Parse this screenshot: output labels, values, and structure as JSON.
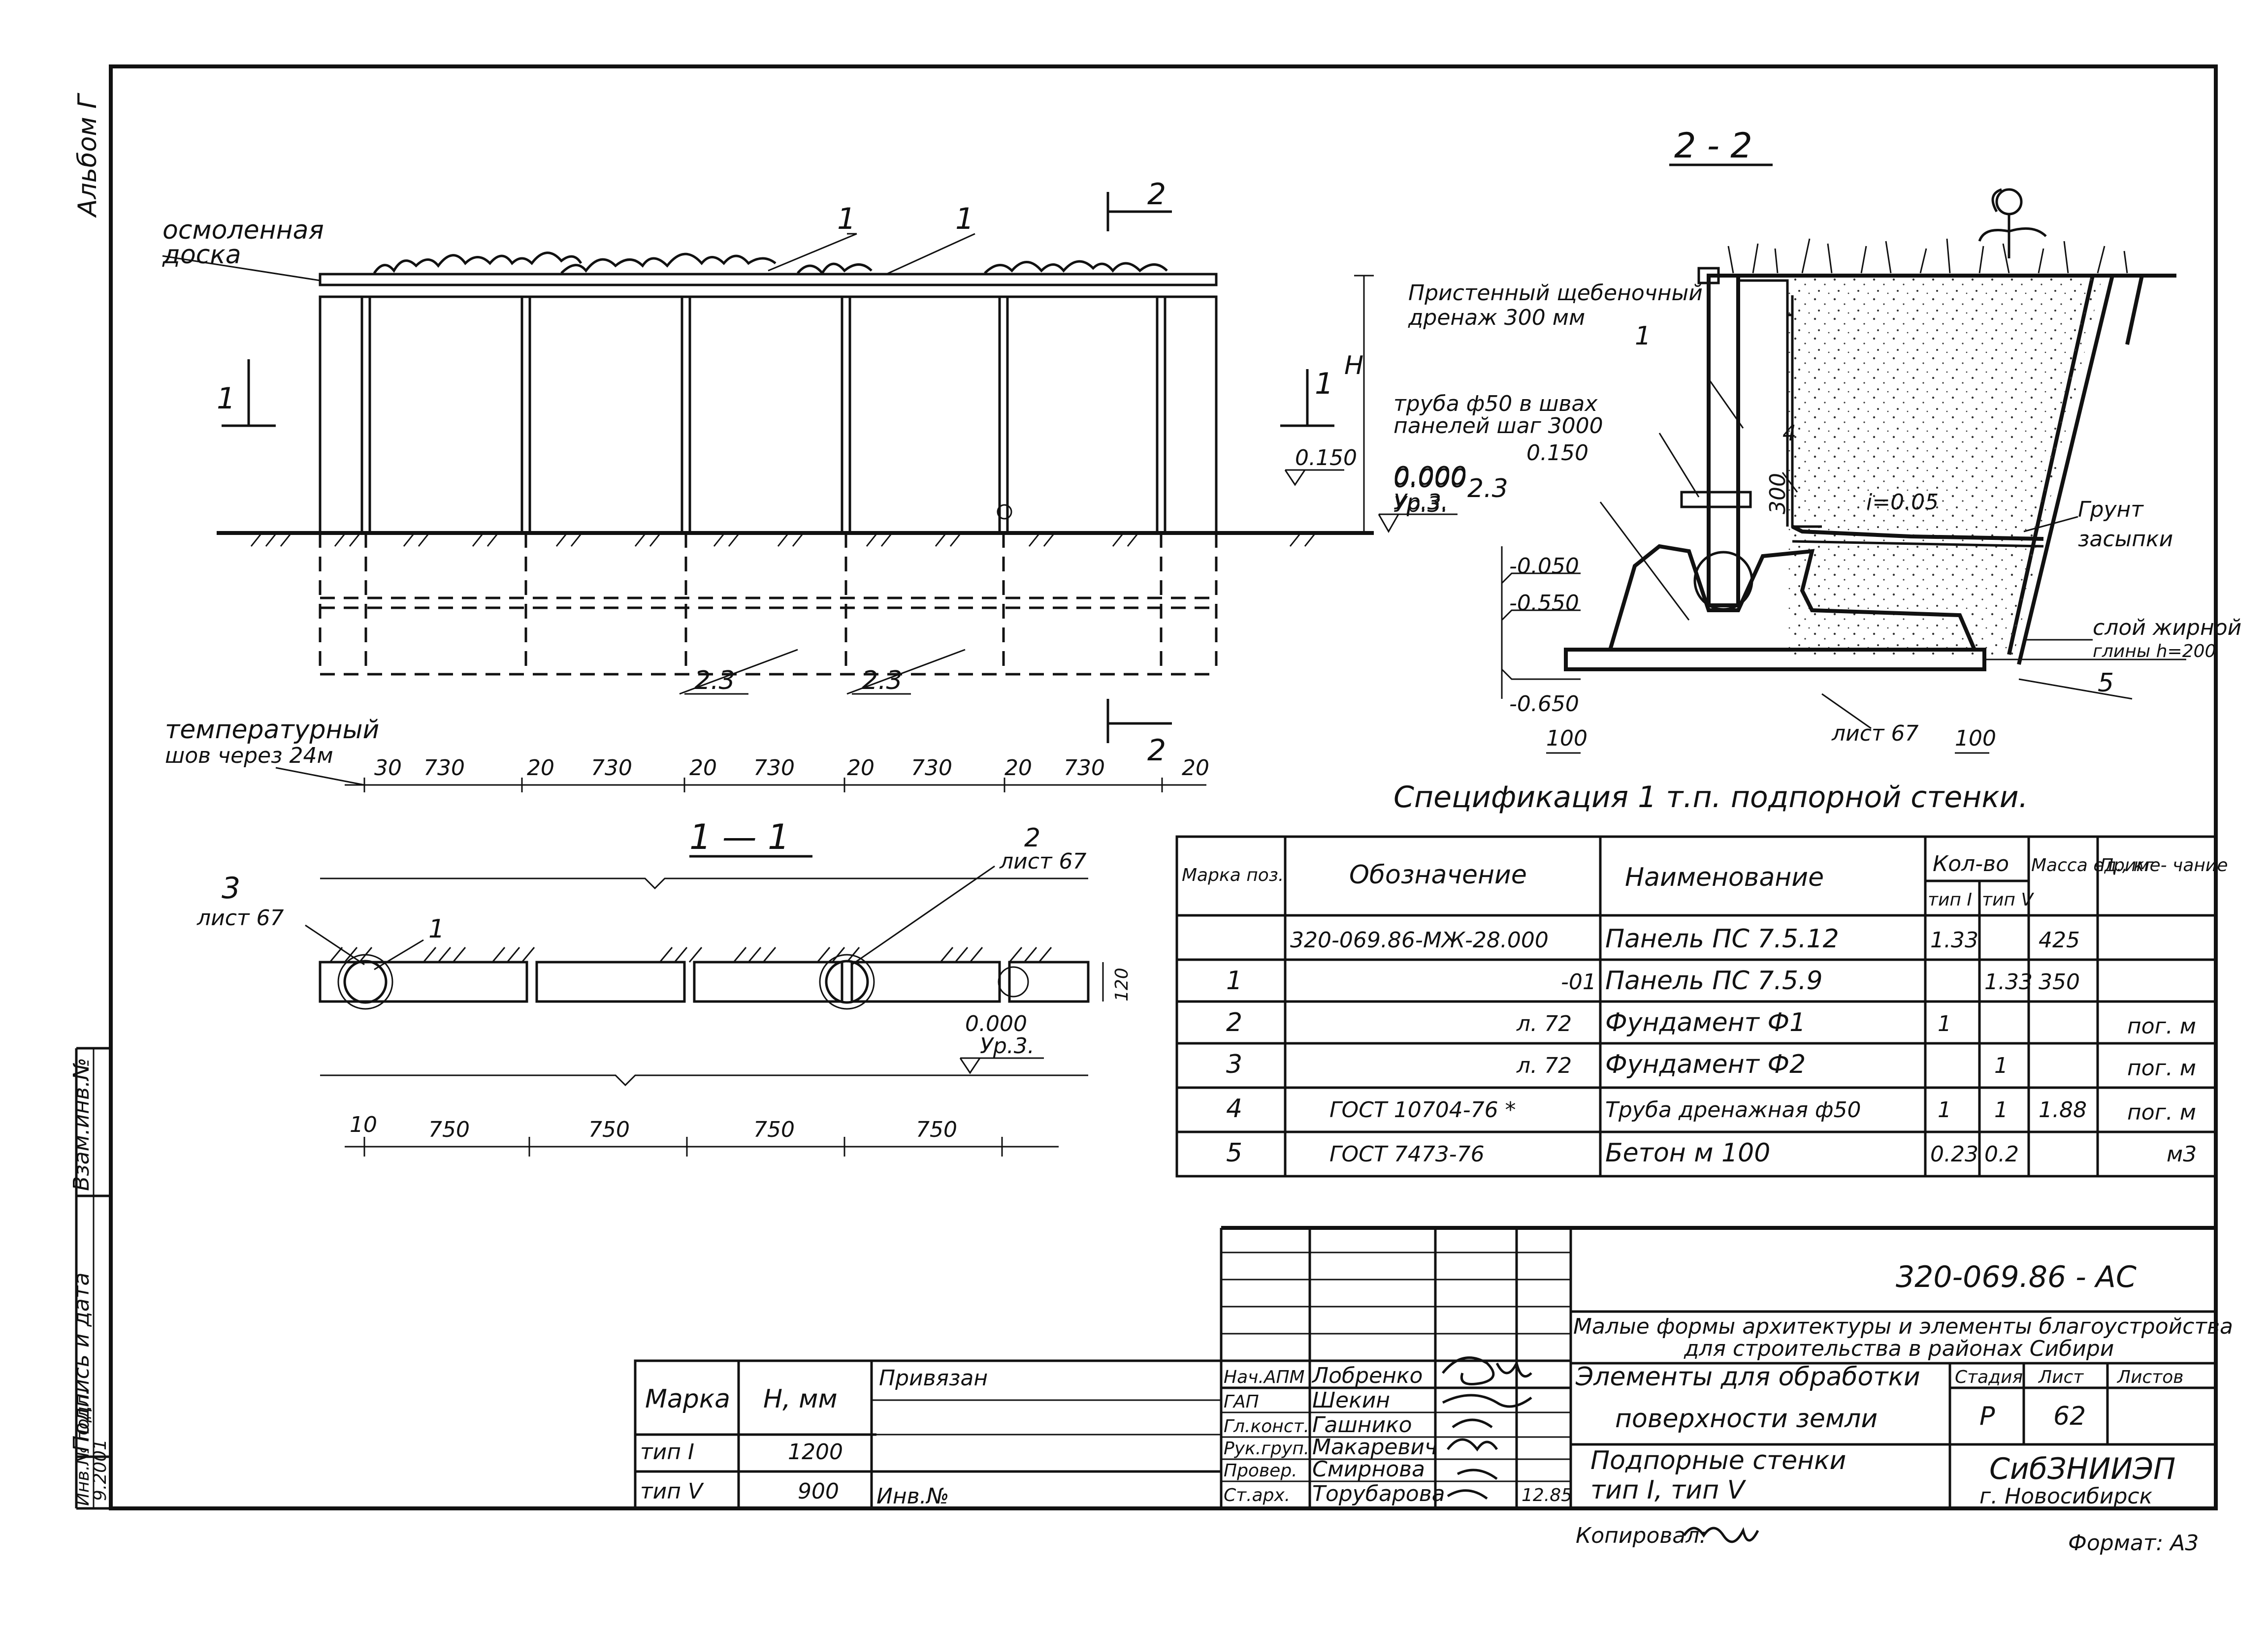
{
  "side_stamp": {
    "album": "Альбом Г",
    "inv_orig": "Инв.№ подл.",
    "sign_date": "Подпись и дата",
    "replace_inv": "Взам.инв.№",
    "inv_number": "9.2001"
  },
  "elevation": {
    "oiled_board": [
      "осмоленная",
      "доска"
    ],
    "item_1a": "1",
    "item_1b": "1",
    "cut_1_left": "1",
    "cut_1_right": "1",
    "cut_2_top": "2",
    "cut_2_bottom": "2",
    "level_0150": "0.150",
    "level_0000": "0.000",
    "level_ur3": "Ур.3.",
    "h_label": "Н",
    "found_a": "2.3",
    "found_b": "2.3",
    "temp_joint": [
      "температурный",
      "шов через 24м"
    ],
    "dims": [
      "30",
      "730",
      "20",
      "730",
      "20",
      "730",
      "20",
      "730",
      "20",
      "730",
      "20"
    ]
  },
  "section22": {
    "title": "2 - 2",
    "drain_note": [
      "Пристенный щебеночный",
      "дренаж 300 мм"
    ],
    "item_1": "1",
    "pipe_note": [
      "труба ф50 в швах",
      "панелей шаг 3000"
    ],
    "level_0150": "0.150",
    "level_0000": "0.000",
    "level_ur3": "Ур.3.",
    "item_23": "2.3",
    "item_4": "4",
    "dim_300": "300",
    "slope": "i=0.05",
    "lvl_0050": "-0.050",
    "lvl_0550": "-0.550",
    "lvl_0650": "-0.650",
    "soil": [
      "Грунт",
      "засыпки"
    ],
    "clay": [
      "слой жирной",
      "глины h=200"
    ],
    "item_5": "5",
    "sheet67": "лист 67",
    "dim_100a": "100",
    "dim_100b": "100"
  },
  "section11": {
    "title": "1 — 1",
    "item_3": "3",
    "item_3_sheet": "лист 67",
    "item_1": "1",
    "item_2": "2",
    "item_2_sheet": "лист 67",
    "thick": "120",
    "level_0000": "0.000",
    "level_ur3": "Ур.3.",
    "dims": [
      "10",
      "750",
      "750",
      "750",
      "750"
    ]
  },
  "spec": {
    "title": "Спецификация 1 т.п. подпорной стенки.",
    "headers": {
      "mark": "Марка поз.",
      "designation": "Обозначение",
      "name": "Наименование",
      "qty": "Кол-во",
      "qty_t1": "тип I",
      "qty_t5": "тип V",
      "mass": "Масса ед., кг",
      "note": "Приме- чание"
    },
    "rows": [
      [
        "",
        "320-069.86-МЖ-28.000",
        "Панель ПС 7.5.12",
        "1.33",
        "",
        "425",
        ""
      ],
      [
        "1",
        "-01",
        "Панель ПС 7.5.9",
        "",
        "1.33",
        "350",
        ""
      ],
      [
        "2",
        "л. 72",
        "Фундамент Ф1",
        "1",
        "",
        "",
        "пог. м"
      ],
      [
        "3",
        "л. 72",
        "Фундамент Ф2",
        "",
        "1",
        "",
        "пог. м"
      ],
      [
        "4",
        "ГОСТ 10704-76 *",
        "Труба дренажная ф50",
        "1",
        "1",
        "1.88",
        "пог. м"
      ],
      [
        "5",
        "ГОСТ 7473-76",
        "Бетон м 100",
        "0.23",
        "0.2",
        "",
        "м3"
      ]
    ]
  },
  "types": {
    "h_mark": "Марка",
    "h_h": "Н, мм",
    "h_bind": "Привязан",
    "rows": [
      [
        "тип I",
        "1200"
      ],
      [
        "тип V",
        "900"
      ]
    ],
    "inv": "Инв.№"
  },
  "title_block": {
    "code": "320-069.86 - АС",
    "project": [
      "Малые формы архитектуры и элементы благоустройства",
      "для строительства в районах Сибири"
    ],
    "section": [
      "Элементы для обработки",
      "поверхности земли"
    ],
    "drawing": [
      "Подпорные стенки",
      "тип I, тип V"
    ],
    "stage_h": "Стадия",
    "sheet_h": "Лист",
    "sheets_h": "Листов",
    "stage": "Р",
    "sheet": "62",
    "org": [
      "СибЗНИИЭП",
      "г. Новосибирск"
    ],
    "roles": [
      "Нач.АПМ",
      "ГАП",
      "Гл.конст.",
      "Рук.груп.",
      "Провер.",
      "Ст.арх."
    ],
    "names": [
      "Лобренко",
      "Шекин",
      "Гашнико",
      "Макаревич",
      "Смирнова",
      "Торубарова"
    ],
    "date": "12.85",
    "copied": "Копировал:",
    "format": "Формат: А3"
  }
}
